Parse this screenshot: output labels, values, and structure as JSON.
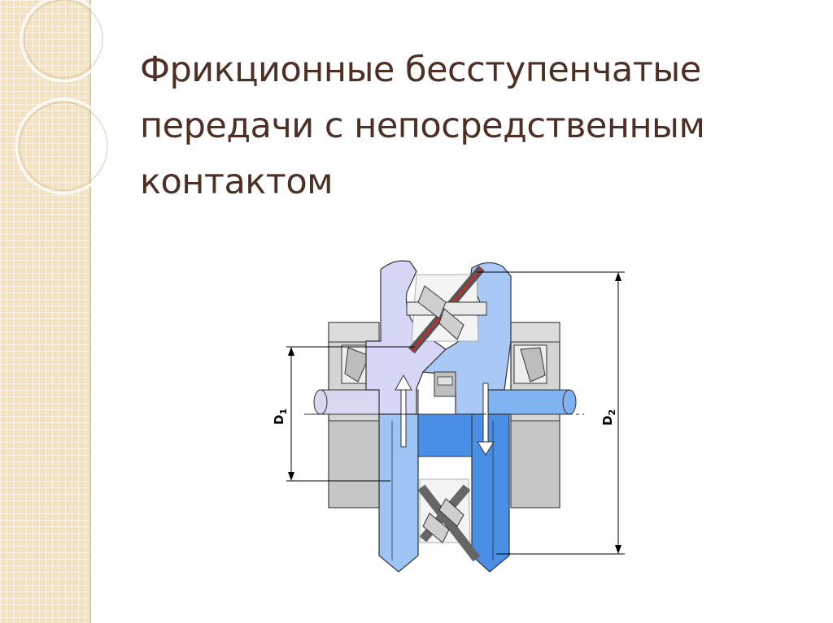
{
  "slide": {
    "title_lines": [
      "Фрикционные бесступенчатые",
      "передачи с непосредственным",
      "контактом"
    ]
  },
  "diagram": {
    "labels": {
      "d1_main": "D",
      "d1_sub": "1",
      "d2_main": "D",
      "d2_sub": "2"
    }
  }
}
